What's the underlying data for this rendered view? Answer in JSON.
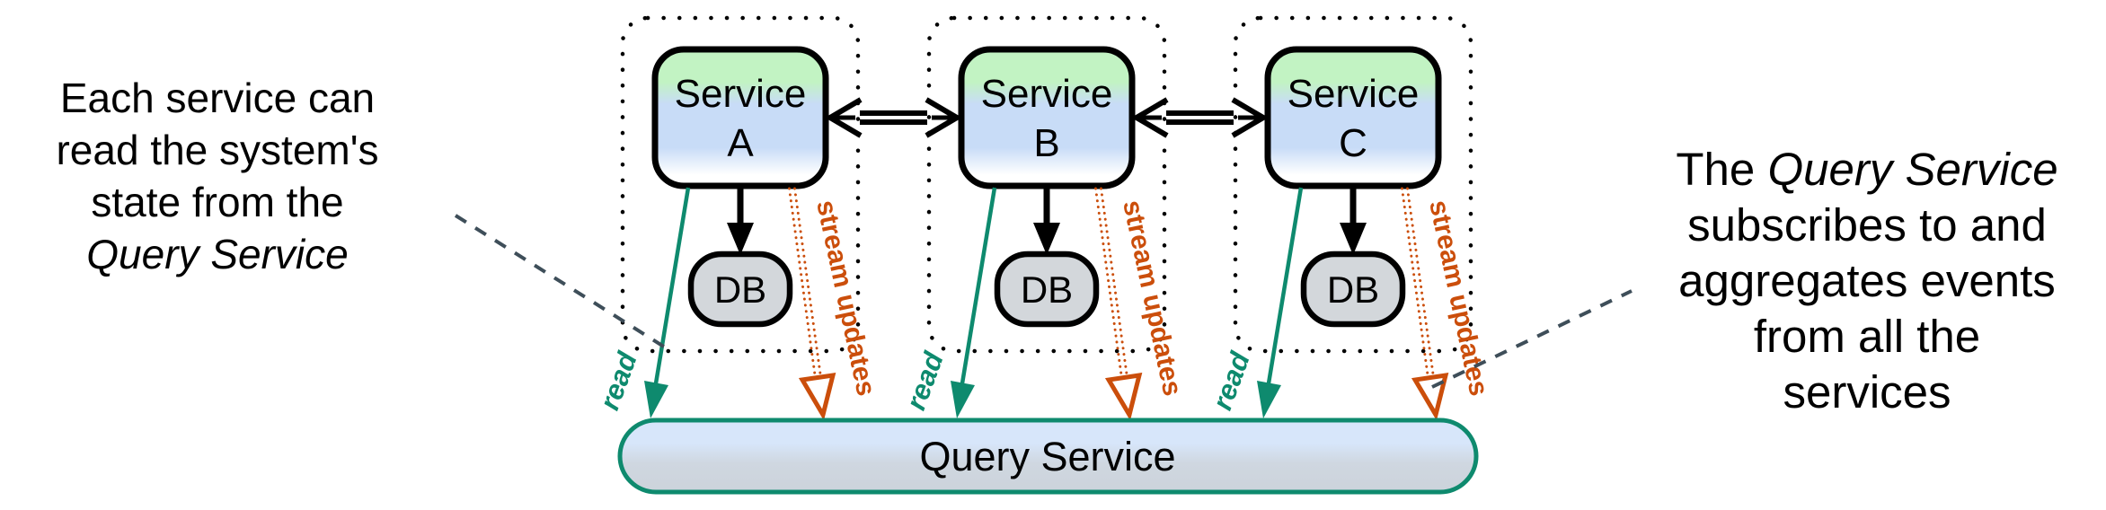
{
  "annotations": {
    "left": {
      "line1": "Each service can",
      "line2": "read the system's",
      "line3": "state from the",
      "line4_italic": "Query Service"
    },
    "right": {
      "line1_prefix": "The ",
      "line1_italic": "Query Service",
      "line2": "subscribes to and",
      "line3": "aggregates events",
      "line4": "from all the",
      "line5": "services"
    }
  },
  "services": [
    {
      "label_line1": "Service",
      "label_line2": "A",
      "db_label": "DB",
      "read_label": "read",
      "stream_label": "stream updates"
    },
    {
      "label_line1": "Service",
      "label_line2": "B",
      "db_label": "DB",
      "read_label": "read",
      "stream_label": "stream updates"
    },
    {
      "label_line1": "Service",
      "label_line2": "C",
      "db_label": "DB",
      "read_label": "read",
      "stream_label": "stream updates"
    }
  ],
  "query_service": {
    "label": "Query Service"
  },
  "colors": {
    "teal_accent": "#0e8a6e",
    "orange_accent": "#cb4e0b",
    "service_box_green": "#c2f3c3",
    "service_box_blue": "#c8dcf7",
    "db_gray": "#d3d7db",
    "query_bar_blue": "#d7e6fa",
    "query_bar_gray": "#ccd3db",
    "annotation_dash_gray": "#3e4e59",
    "outline_black": "#000000"
  }
}
